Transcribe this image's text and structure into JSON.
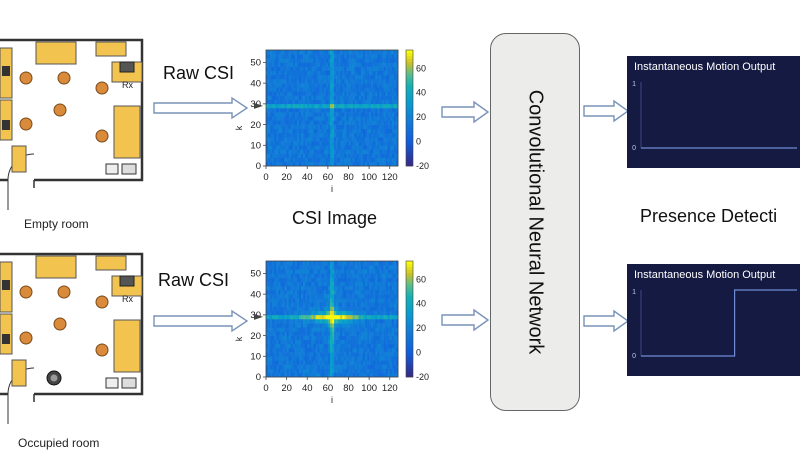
{
  "rows": [
    {
      "room_label": "Empty room",
      "raw_csi_label": "Raw CSI",
      "rx_label": "Rx",
      "person_present": false,
      "output": {
        "title": "Instantaneous Motion Output",
        "y_tick_top": "1",
        "y_tick_bottom": "0",
        "chart_data": {
          "type": "line",
          "x": [
            0,
            1,
            2,
            3,
            4,
            5,
            6,
            7,
            8,
            9,
            10
          ],
          "y": [
            0,
            0,
            0,
            0,
            0,
            0,
            0,
            0,
            0,
            0,
            0
          ],
          "ylim": [
            0,
            1
          ]
        }
      },
      "heatmap": {
        "chart_data": {
          "type": "heatmap",
          "xlabel": "i",
          "ylabel": "k",
          "x_ticks": [
            "0",
            "20",
            "40",
            "60",
            "80",
            "100",
            "120"
          ],
          "y_ticks": [
            "0",
            "10",
            "20",
            "30",
            "40",
            "50"
          ],
          "colorbar_ticks": [
            "60",
            "40",
            "20",
            "0",
            "-20"
          ],
          "xlim": [
            0,
            128
          ],
          "ylim": [
            0,
            56
          ],
          "clim": [
            -20,
            75
          ],
          "center_peak": false
        }
      }
    },
    {
      "room_label": "Occupied room",
      "raw_csi_label": "Raw CSI",
      "rx_label": "Rx",
      "person_present": true,
      "output": {
        "title": "Instantaneous Motion Output",
        "y_tick_top": "1",
        "y_tick_bottom": "0",
        "chart_data": {
          "type": "line",
          "x": [
            0,
            1,
            2,
            3,
            4,
            5,
            6,
            7,
            8,
            9,
            10
          ],
          "y": [
            0,
            0,
            0,
            0,
            0,
            0,
            1,
            1,
            1,
            1,
            1
          ],
          "ylim": [
            0,
            1
          ]
        }
      },
      "heatmap": {
        "chart_data": {
          "type": "heatmap",
          "xlabel": "i",
          "ylabel": "k",
          "x_ticks": [
            "0",
            "20",
            "40",
            "60",
            "80",
            "100",
            "120"
          ],
          "y_ticks": [
            "0",
            "10",
            "20",
            "30",
            "40",
            "50"
          ],
          "colorbar_ticks": [
            "60",
            "40",
            "20",
            "0",
            "-20"
          ],
          "xlim": [
            0,
            128
          ],
          "ylim": [
            0,
            56
          ],
          "clim": [
            -20,
            75
          ],
          "center_peak": true
        }
      }
    }
  ],
  "csi_image_label": "CSI Image",
  "cnn_label": "Convolutional Neural Network",
  "presence_label": "Presence Detecti",
  "colors": {
    "desk": "#f2c44f",
    "chair": "#d98a3a",
    "wall": "#333333",
    "arrow_fill": "#ffffff",
    "arrow_stroke": "#7893b8",
    "panel_bg": "#141a42",
    "panel_line": "#6f8bd6",
    "cnn_bg": "#ecedea"
  }
}
